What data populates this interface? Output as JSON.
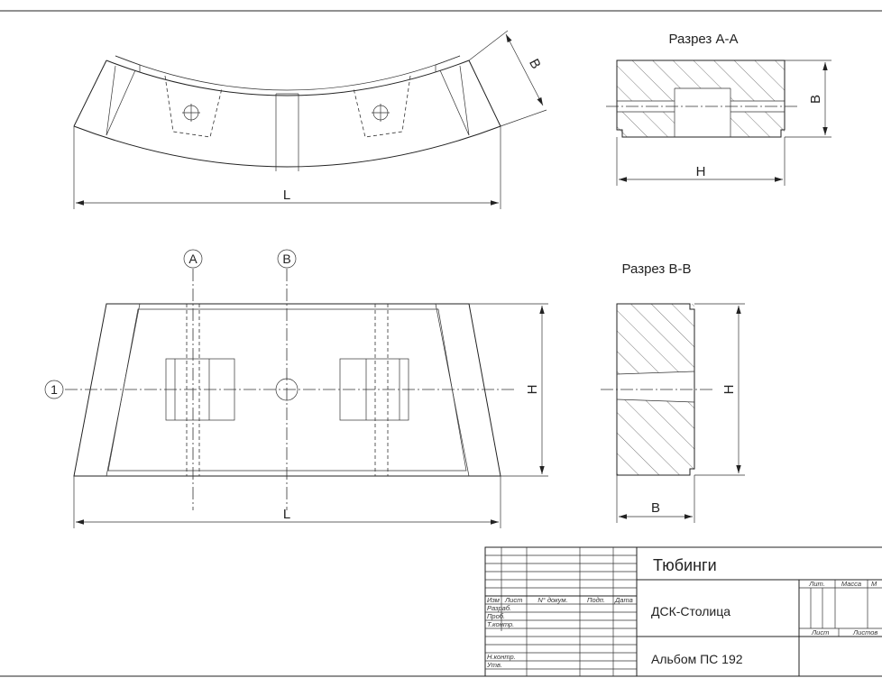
{
  "sections": {
    "aa_title": "Разрез А-А",
    "bb_title": "Разрез В-В"
  },
  "dimensions": {
    "top_L": "L",
    "top_B": "B",
    "aa_B": "B",
    "aa_H": "H",
    "plan_L": "L",
    "plan_H": "H",
    "bb_H": "H",
    "bb_B": "B"
  },
  "markers": {
    "axis_a": "A",
    "axis_b": "B",
    "axis_1": "1"
  },
  "title_block": {
    "col_izm": "Изм",
    "col_list": "Лист",
    "col_doc": "N° докум.",
    "col_podp": "Подп.",
    "col_date": "Дата",
    "row_razrab": "Разраб.",
    "row_prob": "Проб.",
    "row_tkontr": "Т.контр.",
    "row_nkontr": "Н.контр.",
    "row_utv": "Утв.",
    "name": "Тюбинги",
    "org": "ДСК-Столица",
    "album": "Альбом ПС 192",
    "lit": "Лит.",
    "mass": "Масса",
    "scale": "М",
    "sheet": "Лист",
    "sheets": "Листов"
  }
}
